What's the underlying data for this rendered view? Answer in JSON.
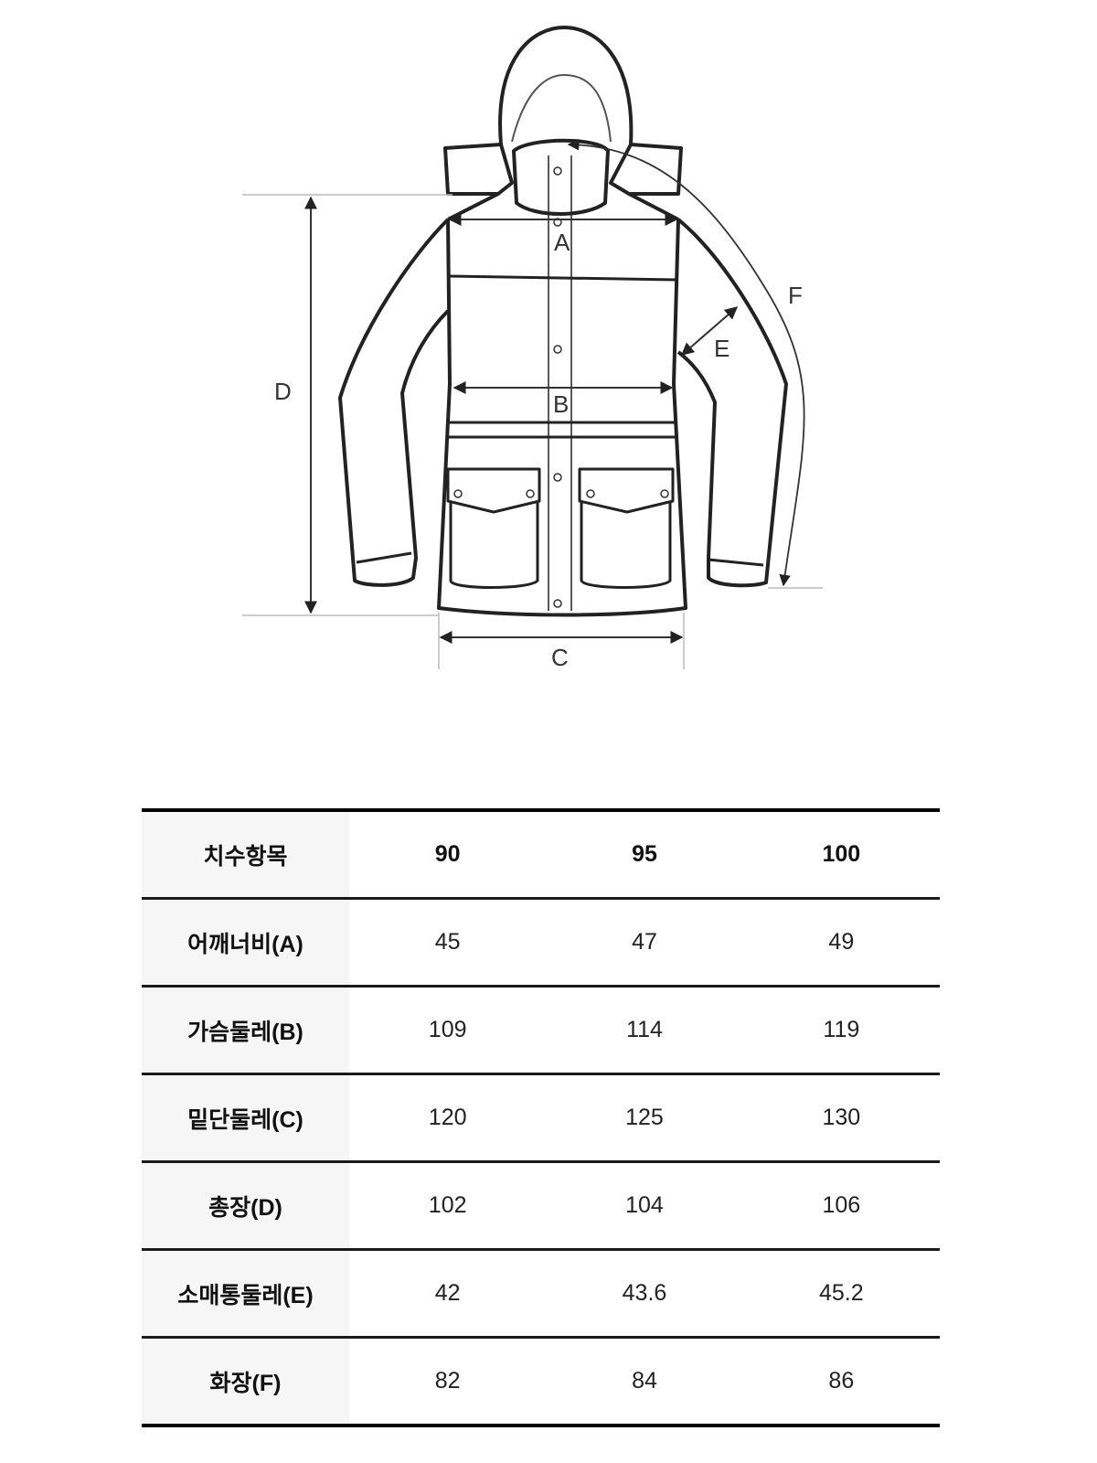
{
  "diagram": {
    "labels": {
      "A": "A",
      "B": "B",
      "C": "C",
      "D": "D",
      "E": "E",
      "F": "F"
    }
  },
  "table": {
    "header": {
      "label": "치수항목",
      "sizes": [
        "90",
        "95",
        "100"
      ]
    },
    "rows": [
      {
        "label": "어깨너비(A)",
        "values": [
          "45",
          "47",
          "49"
        ]
      },
      {
        "label": "가슴둘레(B)",
        "values": [
          "109",
          "114",
          "119"
        ]
      },
      {
        "label": "밑단둘레(C)",
        "values": [
          "120",
          "125",
          "130"
        ]
      },
      {
        "label": "총장(D)",
        "values": [
          "102",
          "104",
          "106"
        ]
      },
      {
        "label": "소매통둘레(E)",
        "values": [
          "42",
          "43.6",
          "45.2"
        ]
      },
      {
        "label": "화장(F)",
        "values": [
          "82",
          "84",
          "86"
        ]
      }
    ]
  }
}
